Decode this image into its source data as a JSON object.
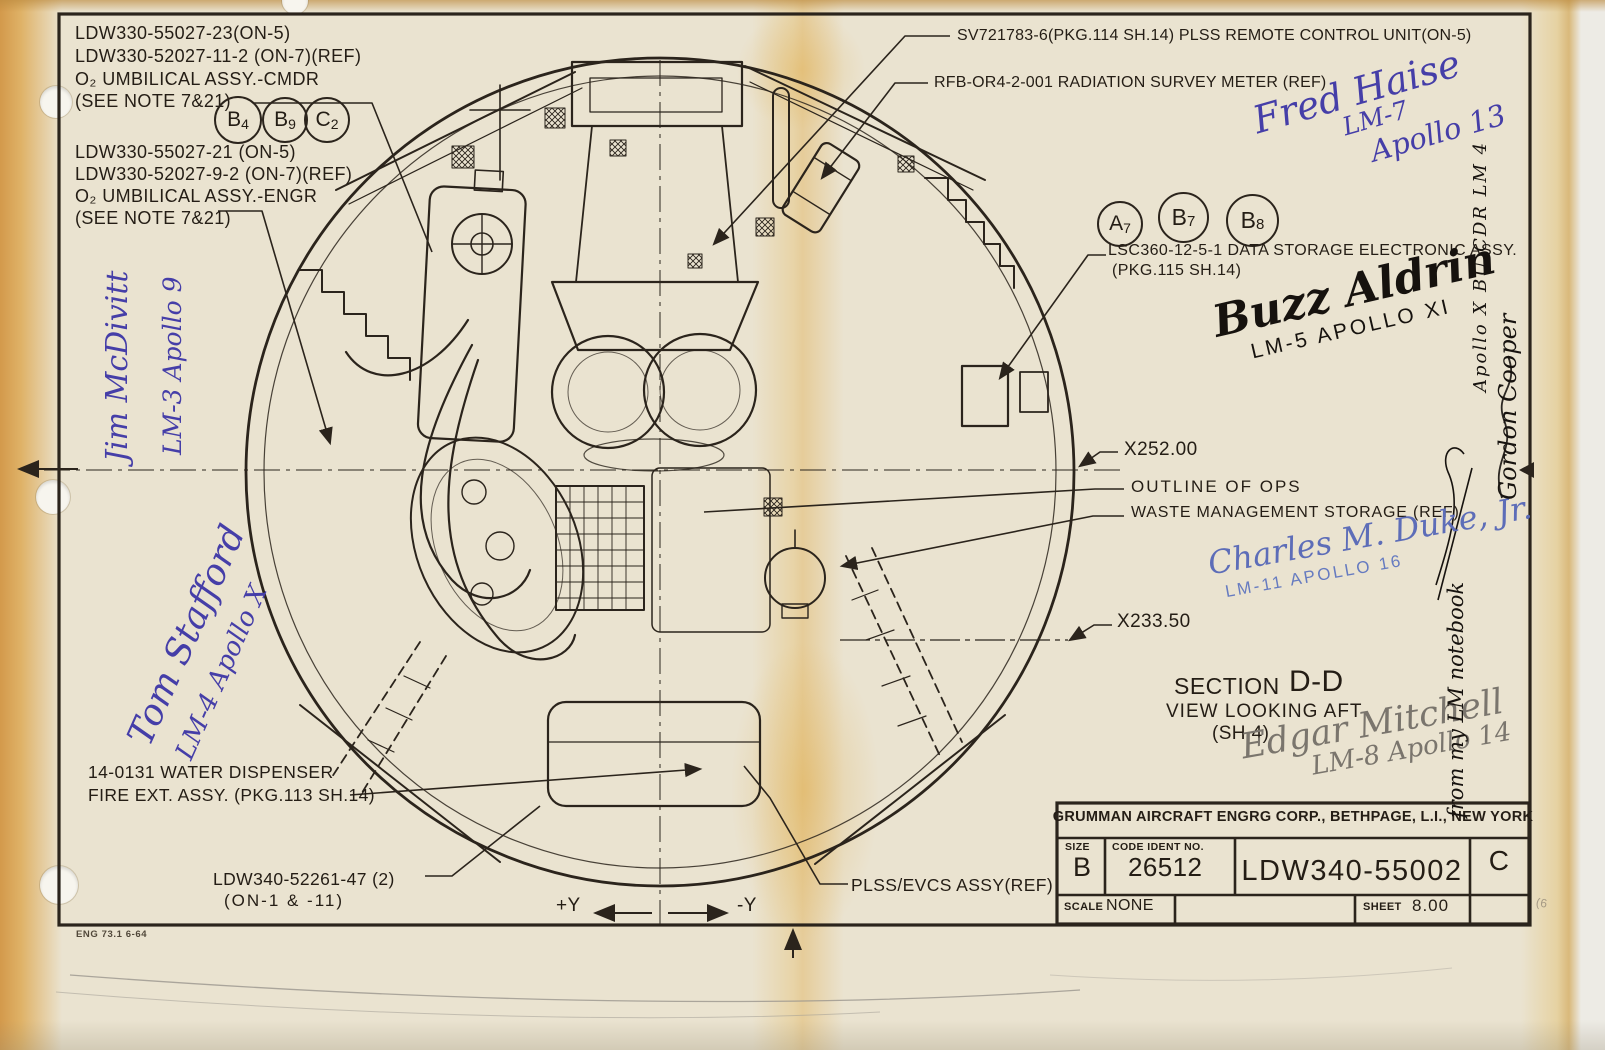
{
  "sheet": {
    "form_stamp": "ENG 73.1  6-64",
    "margin_mark": "(6"
  },
  "callout_cmdr": {
    "line1": "LDW330-55027-23(ON-5)",
    "line2": "LDW330-52027-11-2 (ON-7)(REF)",
    "line3": "O₂ UMBILICAL ASSY.-CMDR",
    "line4": "(SEE NOTE 7&21)"
  },
  "balloons_left": [
    {
      "letter": "B",
      "num": "4"
    },
    {
      "letter": "B",
      "num": "9"
    },
    {
      "letter": "C",
      "num": "2"
    }
  ],
  "callout_engr": {
    "line1": "LDW330-55027-21 (ON-5)",
    "line2": "LDW330-52027-9-2 (ON-7)(REF)",
    "line3": "O₂ UMBILICAL ASSY.-ENGR",
    "line4": "(SEE NOTE 7&21)"
  },
  "callout_plss_rcu": "SV721783-6(PKG.114 SH.14) PLSS REMOTE CONTROL UNIT(ON-5)",
  "callout_radiation": "RFB-OR4-2-001 RADIATION SURVEY METER (REF)",
  "balloons_right": [
    {
      "letter": "A",
      "num": "7"
    },
    {
      "letter": "B",
      "num": "7"
    },
    {
      "letter": "B",
      "num": "8"
    }
  ],
  "callout_dse": {
    "line1": "LSC360-12-5-1 DATA STORAGE ELECTRONIC ASSY.",
    "line2": "(PKG.115 SH.14)"
  },
  "datum_upper": "X252.00",
  "callout_ops": "OUTLINE OF OPS",
  "callout_waste": "WASTE MANAGEMENT STORAGE (REF)",
  "datum_lower": "X233.50",
  "section": {
    "label": "SECTION",
    "id": "D-D",
    "view": "VIEW LOOKING AFT",
    "sheet_ref": "(SH.4)"
  },
  "callout_water": {
    "line1": "14-0131 WATER DISPENSER",
    "line2": "FIRE EXT. ASSY. (PKG.113 SH.14)"
  },
  "callout_pallet": {
    "line1": "LDW340-52261-47 (2)",
    "line2": "(ON-1 & -11)"
  },
  "callout_plss_evcs": "PLSS/EVCS ASSY(REF)",
  "axis": {
    "plus": "+Y",
    "minus": "-Y"
  },
  "title_block": {
    "company": "GRUMMAN AIRCRAFT ENGRG CORP., BETHPAGE, L.I., NEW YORK",
    "size_label": "SIZE",
    "size": "B",
    "code_label": "CODE IDENT NO.",
    "code": "26512",
    "drawing_number": "LDW340-55002",
    "revision": "C",
    "scale_label": "SCALE",
    "scale": "NONE",
    "sheet_label": "SHEET",
    "sheet": "8.00"
  },
  "signatures": {
    "haise": {
      "name": "Fred Haise",
      "line2": "LM-7",
      "line3": "Apollo 13"
    },
    "aldrin": {
      "name": "Buzz Aldrin",
      "line2": "LM-5 APOLLO XI"
    },
    "duke": {
      "name": "Charles M. Duke, Jr.",
      "line2": "LM-11 APOLLO 16"
    },
    "mitchell": {
      "name": "Edgar Mitchell",
      "line2": "LM-8 Apollo 14"
    },
    "stafford": {
      "name": "Tom Stafford",
      "line2": "LM-4 Apollo X"
    },
    "mcdivitt": {
      "name": "Jim McDivitt",
      "line2": "LM-3 Apollo 9"
    },
    "cooper": {
      "name": "Gordon Cooper",
      "line2": "Apollo X BU CDR LM 4"
    },
    "notebook_note": "from my LM notebook"
  },
  "colors": {
    "ink": "#2b241c",
    "blue_ink": "#453ea8",
    "light_blue_ink": "#5d6db8",
    "pencil": "#7a756d",
    "paper": "#eae3d0"
  }
}
